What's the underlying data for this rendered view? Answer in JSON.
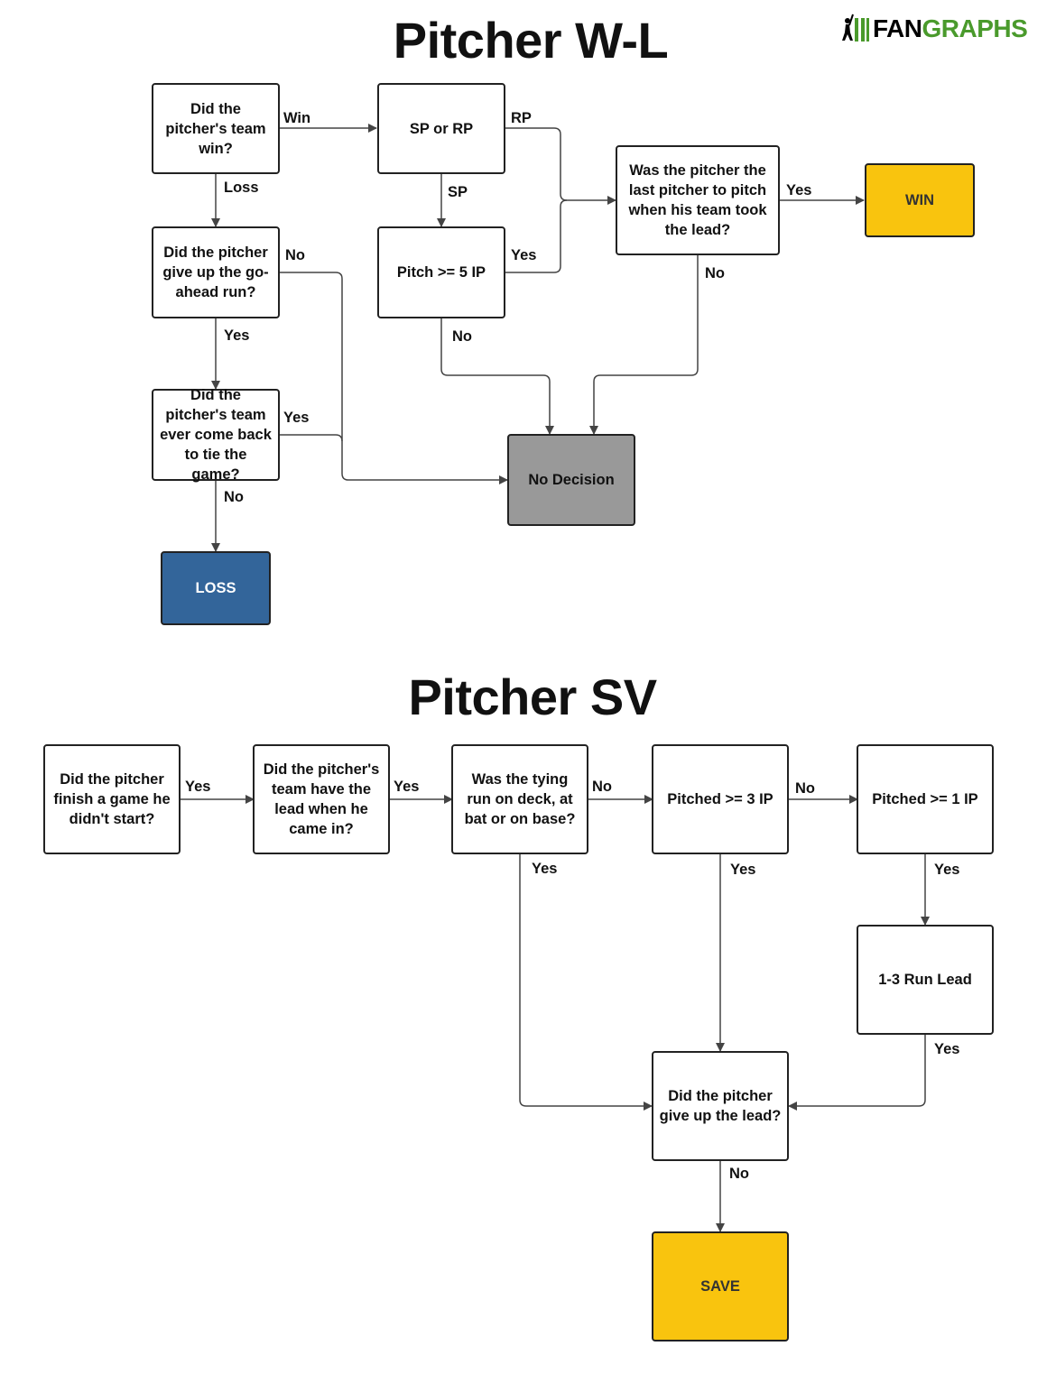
{
  "titles": {
    "wl": "Pitcher W-L",
    "sv": "Pitcher SV"
  },
  "logo": {
    "part1": "FAN",
    "part2": "GRAPHS",
    "icon": "fangraphs-batter-icon"
  },
  "colors": {
    "win": "#f9c40e",
    "save": "#f9c40e",
    "no_decision": "#999999",
    "loss": "#33659a",
    "logo_green": "#4a9a2c"
  },
  "wl": {
    "q_team_win": "Did the pitcher's team win?",
    "sp_or_rp": "SP or RP",
    "q_last_pitcher": "Was the pitcher the last pitcher to pitch when his team took the lead?",
    "win": "WIN",
    "q_go_ahead": "Did the pitcher give up the go-ahead run?",
    "pitch_5ip": "Pitch >= 5 IP",
    "q_come_back": "Did the pitcher's team ever come back to tie the game?",
    "no_decision": "No Decision",
    "loss": "LOSS",
    "edges": {
      "win": "Win",
      "rp": "RP",
      "loss": "Loss",
      "sp": "SP",
      "yes_last": "Yes",
      "no_go_ahead": "No",
      "yes_5ip": "Yes",
      "no_last": "No",
      "yes_go_ahead": "Yes",
      "no_5ip": "No",
      "yes_come_back": "Yes",
      "no_come_back": "No"
    }
  },
  "sv": {
    "q_finish": "Did the pitcher finish a game he didn't start?",
    "q_lead": "Did the pitcher's team have the lead when he came in?",
    "q_tying": "Was the tying run on deck, at bat or on base?",
    "pitched_3ip": "Pitched >= 3 IP",
    "pitched_1ip": "Pitched >= 1 IP",
    "run_lead": "1-3 Run Lead",
    "q_give_up": "Did the pitcher give up the lead?",
    "save": "SAVE",
    "edges": {
      "yes1": "Yes",
      "yes2": "Yes",
      "no1": "No",
      "no2": "No",
      "yes_tying": "Yes",
      "yes_3ip": "Yes",
      "yes_1ip": "Yes",
      "yes_run_lead": "Yes",
      "no_give_up": "No"
    }
  }
}
